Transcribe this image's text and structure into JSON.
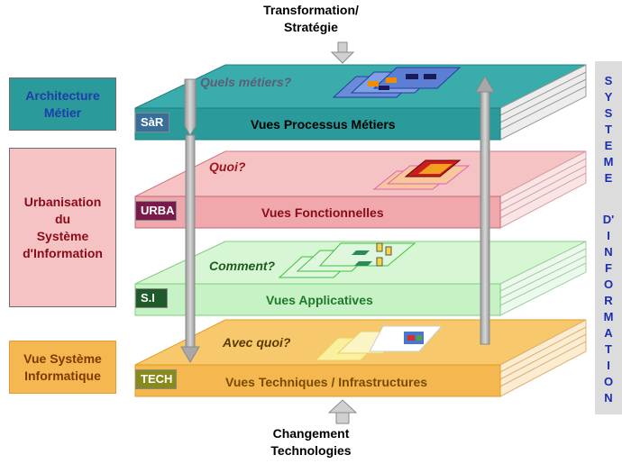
{
  "top_label": [
    "Transformation/",
    "Stratégie"
  ],
  "bottom_label": [
    "Changement",
    "Technologies"
  ],
  "left_boxes": [
    {
      "lines": [
        "Architecture",
        "Métier"
      ]
    },
    {
      "lines": [
        "Urbanisation",
        "du",
        "Système",
        "d'Information"
      ]
    },
    {
      "lines": [
        "Vue Système",
        "Informatique"
      ]
    }
  ],
  "layers": [
    {
      "tag": "SàR",
      "label": "Vues Processus Métiers",
      "question": "Quels métiers?"
    },
    {
      "tag": "URBA",
      "label": "Vues Fonctionnelles",
      "question": "Quoi?"
    },
    {
      "tag": "S.I",
      "label": "Vues Applicatives",
      "question": "Comment?"
    },
    {
      "tag": "TECH",
      "label": "Vues Techniques / Infrastructures",
      "question": "Avec quoi?"
    }
  ],
  "side_letters": [
    "S",
    "Y",
    "S",
    "T",
    "E",
    "M",
    "E",
    "",
    "D'",
    "I",
    "N",
    "F",
    "O",
    "R",
    "M",
    "A",
    "T",
    "I",
    "O",
    "N"
  ],
  "colors": {
    "layer1": "#2a9a9a",
    "layer2": "#f0a8ac",
    "layer3": "#c7f2c5",
    "layer4": "#f5b850",
    "side_text": "#1a2eb4"
  }
}
